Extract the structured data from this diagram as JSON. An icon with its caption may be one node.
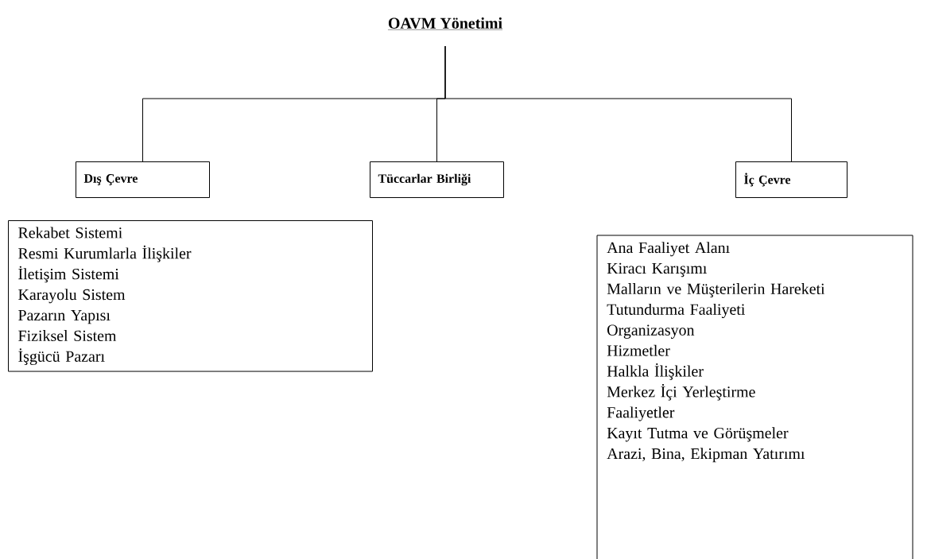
{
  "diagram": {
    "nodes": [
      {
        "text": [
          "OAVM Yönetimi"
        ]
      },
      {
        "text": [
          "Dış Çevre"
        ]
      },
      {
        "text": [
          "Tüccarlar Birliği"
        ]
      },
      {
        "text": [
          "İç Çevre"
        ]
      },
      {
        "text": [
          "Rekabet Sistemi",
          "Resmi Kurumlarla İlişkiler",
          "İletişim Sistemi",
          "Karayolu Sistem",
          "Pazarın Yapısı",
          "Fiziksel Sistem",
          "İşgücü Pazarı"
        ]
      },
      {
        "text": [
          "Ana Faaliyet Alanı",
          "Kiracı Karışımı",
          "Malların ve Müşterilerin Hareketi",
          "Tutundurma Faaliyeti",
          "Organizasyon",
          "Hizmetler",
          "Halkla İlişkiler",
          "Merkez İçi Yerleştirme",
          "Faaliyetler",
          "Kayıt Tutma ve Görüşmeler",
          "Arazi, Bina, Ekipman Yatırımı"
        ]
      }
    ],
    "edges": [
      {
        "from": 0,
        "to": 1,
        "arrow": "none"
      },
      {
        "from": 0,
        "to": 2,
        "arrow": "none"
      },
      {
        "from": 0,
        "to": 3,
        "arrow": "none"
      }
    ]
  }
}
